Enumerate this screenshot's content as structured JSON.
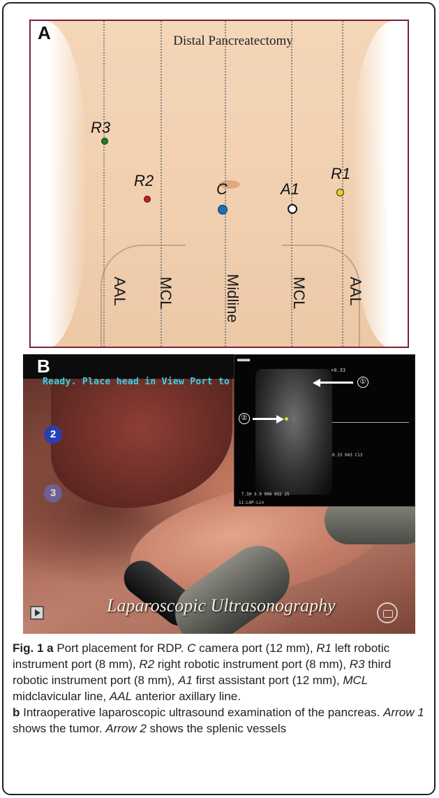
{
  "panel_a": {
    "letter": "A",
    "title": "Distal Pancreatectomy",
    "line_labels": [
      "AAL",
      "MCL",
      "Midline",
      "MCL",
      "AAL"
    ],
    "ports": [
      {
        "label": "R3",
        "color": "#1f7a2c"
      },
      {
        "label": "R2",
        "color": "#c0201c"
      },
      {
        "label": "C",
        "color": "#1a6fb5"
      },
      {
        "label": "A1",
        "color": "#ffffff"
      },
      {
        "label": "R1",
        "color": "#e6d21f"
      }
    ]
  },
  "panel_b": {
    "letter": "B",
    "status_text": "Ready. Place head in View Port to",
    "badges": [
      "2",
      "3"
    ],
    "overlay_caption": "Laparoscopic Ultrasonography",
    "ultrasound": {
      "arrow1_label": "①",
      "arrow2_label": "②",
      "corner_text": "11:LAP-Lin",
      "readout_1": "+0.33",
      "readout_2": "0.33 043 C13",
      "footer_text": "T.5H 9.9 00A 0S2 25"
    }
  },
  "caption": {
    "fig_label": "Fig. 1",
    "a_label": "a",
    "a_text_1": " Port placement for RDP. ",
    "a_c": "C",
    "a_text_2": " camera port (12 mm), ",
    "a_r1": "R1",
    "a_text_3": " left robotic instrument port (8 mm), ",
    "a_r2": "R2",
    "a_text_4": " right robotic instrument port (8 mm), ",
    "a_r3": "R3",
    "a_text_5": " third robotic instrument port (8 mm), ",
    "a_a1": "A1",
    "a_text_6": " first assistant port (12 mm), ",
    "a_mcl": "MCL",
    "a_text_7": " midclavicular line, ",
    "a_aal": "AAL",
    "a_text_8": " anterior axillary line.",
    "b_label": "b",
    "b_text_1": " Intraoperative laparoscopic ultrasound examination of the pancreas. ",
    "b_arrow1": "Arrow 1",
    "b_text_2": " shows the tumor. ",
    "b_arrow2": "Arrow 2",
    "b_text_3": " shows the splenic vessels"
  }
}
